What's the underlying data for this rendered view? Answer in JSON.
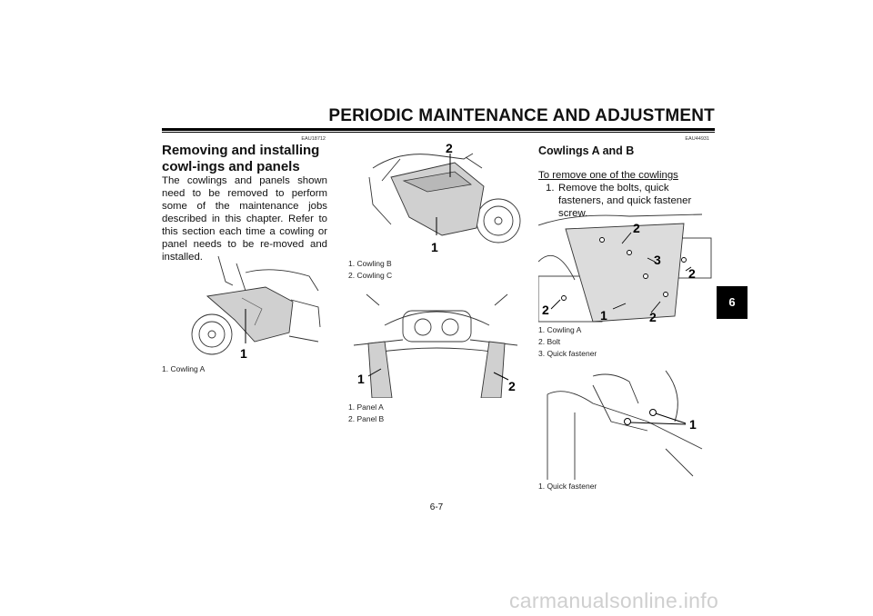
{
  "header": {
    "title": "PERIODIC MAINTENANCE AND ADJUSTMENT"
  },
  "chapter_tab": "6",
  "page_number": "6-7",
  "watermark": "carmanualsonline.info",
  "left_column": {
    "code": "EAU18712",
    "heading": "Removing and installing cowl-ings and panels",
    "body": "The cowlings and panels shown need to be removed to perform some of the maintenance jobs described in this chapter. Refer to this section each time a cowling or panel needs to be re-moved and installed.",
    "figure1": {
      "callouts": [
        "1"
      ],
      "captions": [
        "1. Cowling A"
      ]
    }
  },
  "middle_column": {
    "figure2": {
      "callouts": [
        "2",
        "1"
      ],
      "captions": [
        "1. Cowling B",
        "2. Cowling C"
      ]
    },
    "figure3": {
      "callouts": [
        "1",
        "2"
      ],
      "captions": [
        "1. Panel A",
        "2. Panel B"
      ]
    }
  },
  "right_column": {
    "code": "EAU44931",
    "heading": "Cowlings A and B",
    "subheading": "To remove one of the cowlings",
    "step1_number": "1.",
    "step1_text": "Remove the bolts, quick fasteners, and quick fastener screw.",
    "figure4": {
      "callouts": [
        "2",
        "3",
        "2",
        "2",
        "1",
        "2"
      ],
      "captions": [
        "1. Cowling A",
        "2. Bolt",
        "3. Quick fastener"
      ]
    },
    "figure5": {
      "callouts": [
        "1"
      ],
      "captions": [
        "1. Quick fastener"
      ]
    }
  }
}
